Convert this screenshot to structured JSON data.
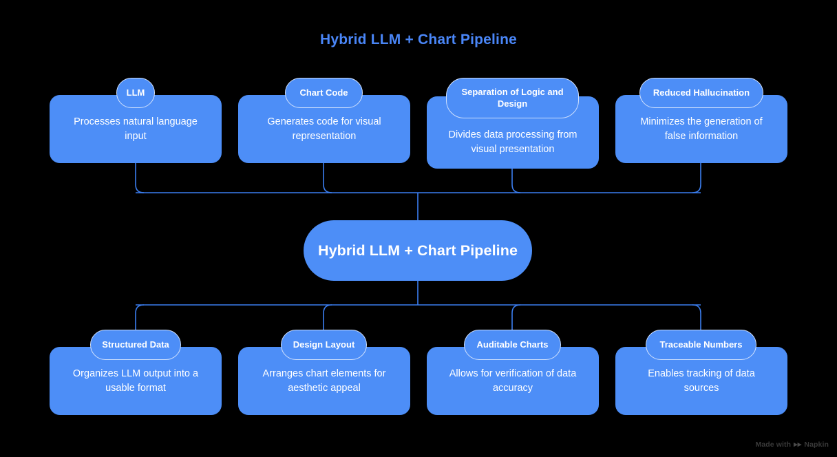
{
  "title": "Hybrid LLM + Chart Pipeline",
  "center": {
    "label": "Hybrid LLM + Chart Pipeline"
  },
  "colors": {
    "background": "#000000",
    "node_fill": "#4d8ef7",
    "title_text": "#4a86f7",
    "badge_border": "#cfe0fd",
    "connector": "#3b7ef0",
    "node_text": "#ffffff",
    "watermark_text": "#3a3a3a"
  },
  "top_row": [
    {
      "badge": "LLM",
      "description": "Processes natural language input"
    },
    {
      "badge": "Chart Code",
      "description": "Generates code for visual representation"
    },
    {
      "badge": "Separation of Logic and Design",
      "description": "Divides data processing from visual presentation"
    },
    {
      "badge": "Reduced Hallucination",
      "description": "Minimizes the generation of false information"
    }
  ],
  "bottom_row": [
    {
      "badge": "Structured Data",
      "description": "Organizes LLM output into a usable format"
    },
    {
      "badge": "Design Layout",
      "description": "Arranges chart elements for aesthetic appeal"
    },
    {
      "badge": "Auditable Charts",
      "description": "Allows for verification of data accuracy"
    },
    {
      "badge": "Traceable Numbers",
      "description": "Enables tracking of data sources"
    }
  ],
  "watermark": {
    "prefix": "Made with",
    "brand": "Napkin",
    "icon": "napkin-logo-icon"
  }
}
